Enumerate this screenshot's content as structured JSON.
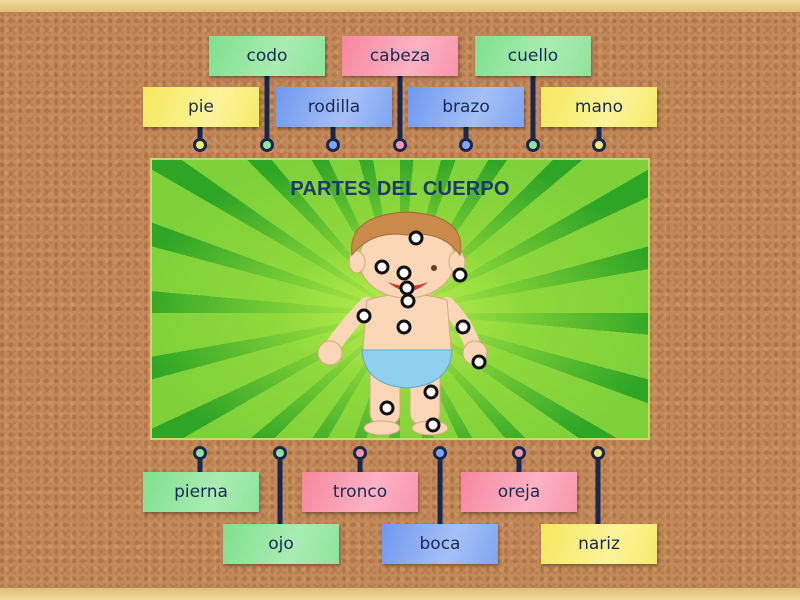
{
  "picture": {
    "title": "PARTES DEL CUERPO"
  },
  "colors": {
    "green": "#8fe39c",
    "pink": "#f896ab",
    "blue": "#7fa4f0",
    "yellow": "#f5ea6c",
    "stem": "#16284f",
    "title": "#1c3a6b"
  },
  "labels_top_row1": [
    {
      "text": "codo",
      "color": "green"
    },
    {
      "text": "cabeza",
      "color": "pink"
    },
    {
      "text": "cuello",
      "color": "green"
    }
  ],
  "labels_top_row2": [
    {
      "text": "pie",
      "color": "yellow"
    },
    {
      "text": "rodilla",
      "color": "blue"
    },
    {
      "text": "brazo",
      "color": "blue"
    },
    {
      "text": "mano",
      "color": "yellow"
    }
  ],
  "labels_bottom_row1": [
    {
      "text": "pierna",
      "color": "green"
    },
    {
      "text": "tronco",
      "color": "pink"
    },
    {
      "text": "oreja",
      "color": "pink"
    }
  ],
  "labels_bottom_row2": [
    {
      "text": "ojo",
      "color": "green"
    },
    {
      "text": "boca",
      "color": "blue"
    },
    {
      "text": "nariz",
      "color": "yellow"
    }
  ],
  "hotspots_count": 13
}
